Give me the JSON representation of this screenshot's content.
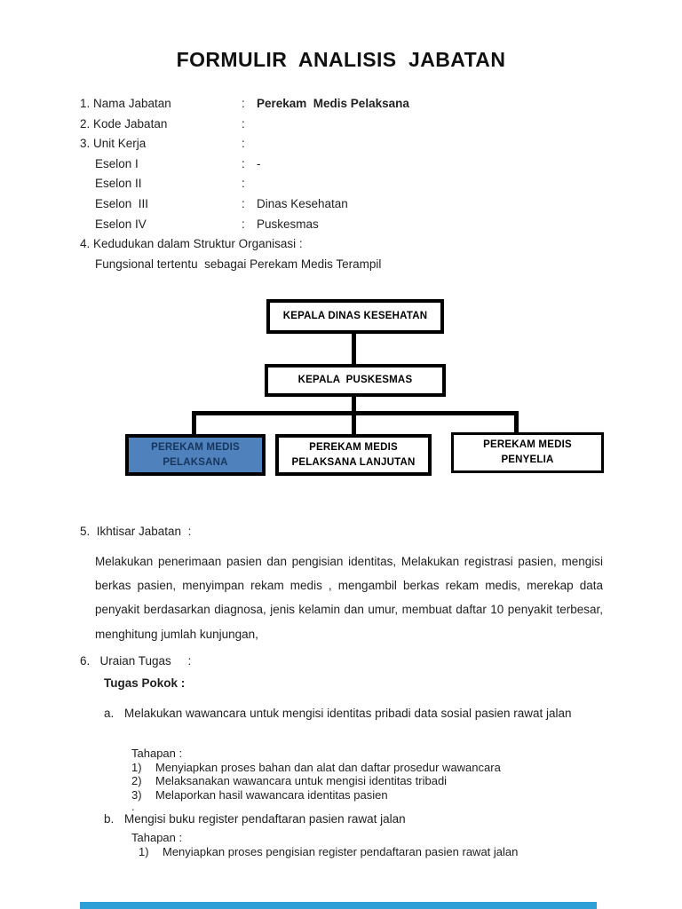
{
  "page": {
    "title": "FORMULIR  ANALISIS  JABATAN"
  },
  "form": {
    "colon_char": ":",
    "rows": [
      {
        "label": "1. Nama Jabatan",
        "value": "Perekam  Medis Pelaksana"
      },
      {
        "label": "2. Kode Jabatan",
        "value": ""
      },
      {
        "label": "3. Unit Kerja",
        "value": ""
      },
      {
        "label": "Eselon I",
        "value": "-"
      },
      {
        "label": "Eselon II",
        "value": ""
      },
      {
        "label": "Eselon  III",
        "value": "Dinas Kesehatan"
      },
      {
        "label": "Eselon IV",
        "value": "Puskesmas"
      }
    ],
    "item4_label": "4. Kedudukan dalam Struktur Organisasi :",
    "item4_value": "Fungsional tertentu  sebagai Perekam Medis Terampil"
  },
  "org_chart": {
    "top_box": "KEPALA DINAS KESEHATAN",
    "middle_box": "KEPALA  PUSKESMAS",
    "bottom_boxes": [
      {
        "line1": "PEREKAM MEDIS",
        "line2": "PELAKSANA",
        "highlighted": true
      },
      {
        "line1": "PEREKAM MEDIS",
        "line2": "PELAKSANA LANJUTAN",
        "highlighted": false
      },
      {
        "line1": "PEREKAM MEDIS",
        "line2": "PENYELIA",
        "highlighted": false
      }
    ],
    "highlight_fill": "#4f81bd",
    "highlight_text": "#17365d",
    "line_color": "#000000"
  },
  "section5": {
    "heading": "5.  Ikhtisar Jabatan  :",
    "body": "Melakukan penerimaan pasien dan pengisian identitas, Melakukan registrasi pasien, mengisi berkas pasien, menyimpan rekam medis , mengambil berkas rekam medis, merekap data penyakit berdasarkan diagnosa, jenis kelamin dan umur, membuat daftar 10 penyakit terbesar, menghitung jumlah kunjungan,"
  },
  "section6": {
    "heading": "6.   Uraian Tugas     :",
    "subheading": "Tugas Pokok :",
    "tahapan_label": "Tahapan :",
    "tasks": [
      {
        "letter": "a.",
        "text": "Melakukan wawancara untuk mengisi identitas pribadi data sosial pasien rawat jalan",
        "steps": [
          {
            "num": "1)",
            "text": "Menyiapkan proses bahan dan alat dan daftar prosedur wawancara"
          },
          {
            "num": "2)",
            "text": "Melaksanakan wawancara untuk mengisi identitas tribadi"
          },
          {
            "num": "3)",
            "text": "Melaporkan hasil wawancara identitas pasien"
          }
        ],
        "trailing": "."
      },
      {
        "letter": "b.",
        "text": "Mengisi buku register pendaftaran pasien rawat jalan",
        "steps": [
          {
            "num": "1)",
            "text": "Menyiapkan proses pengisian register pendaftaran pasien rawat jalan"
          }
        ]
      }
    ]
  },
  "footer": {
    "next_page_band_color": "#2f9fd8"
  }
}
